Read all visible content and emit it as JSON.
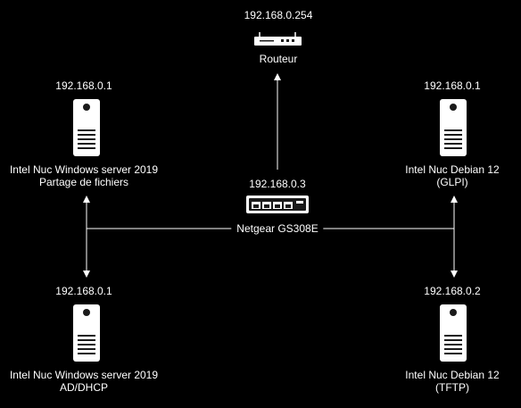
{
  "colors": {
    "background": "#000000",
    "line": "#ffffff",
    "device_fill": "#ffffff",
    "device_detail": "#1a1a1a"
  },
  "router": {
    "ip": "192.168.0.254",
    "name": "Routeur",
    "icon": "router-icon"
  },
  "switch": {
    "ip": "192.168.0.3",
    "name": "Netgear GS308E",
    "icon": "switch-icon"
  },
  "servers": {
    "top_left": {
      "ip": "192.168.0.1",
      "line1": "Intel Nuc Windows server 2019",
      "line2": "Partage de fichiers",
      "icon": "server-tower-icon"
    },
    "bottom_left": {
      "ip": "192.168.0.1",
      "line1": "Intel Nuc Windows server 2019",
      "line2": "AD/DHCP",
      "icon": "server-tower-icon"
    },
    "top_right": {
      "ip": "192.168.0.1",
      "line1": "Intel Nuc Debian 12",
      "line2": "(GLPI)",
      "icon": "server-tower-icon"
    },
    "bottom_right": {
      "ip": "192.168.0.2",
      "line1": "Intel Nuc Debian 12",
      "line2": "(TFTP)",
      "icon": "server-tower-icon"
    }
  }
}
